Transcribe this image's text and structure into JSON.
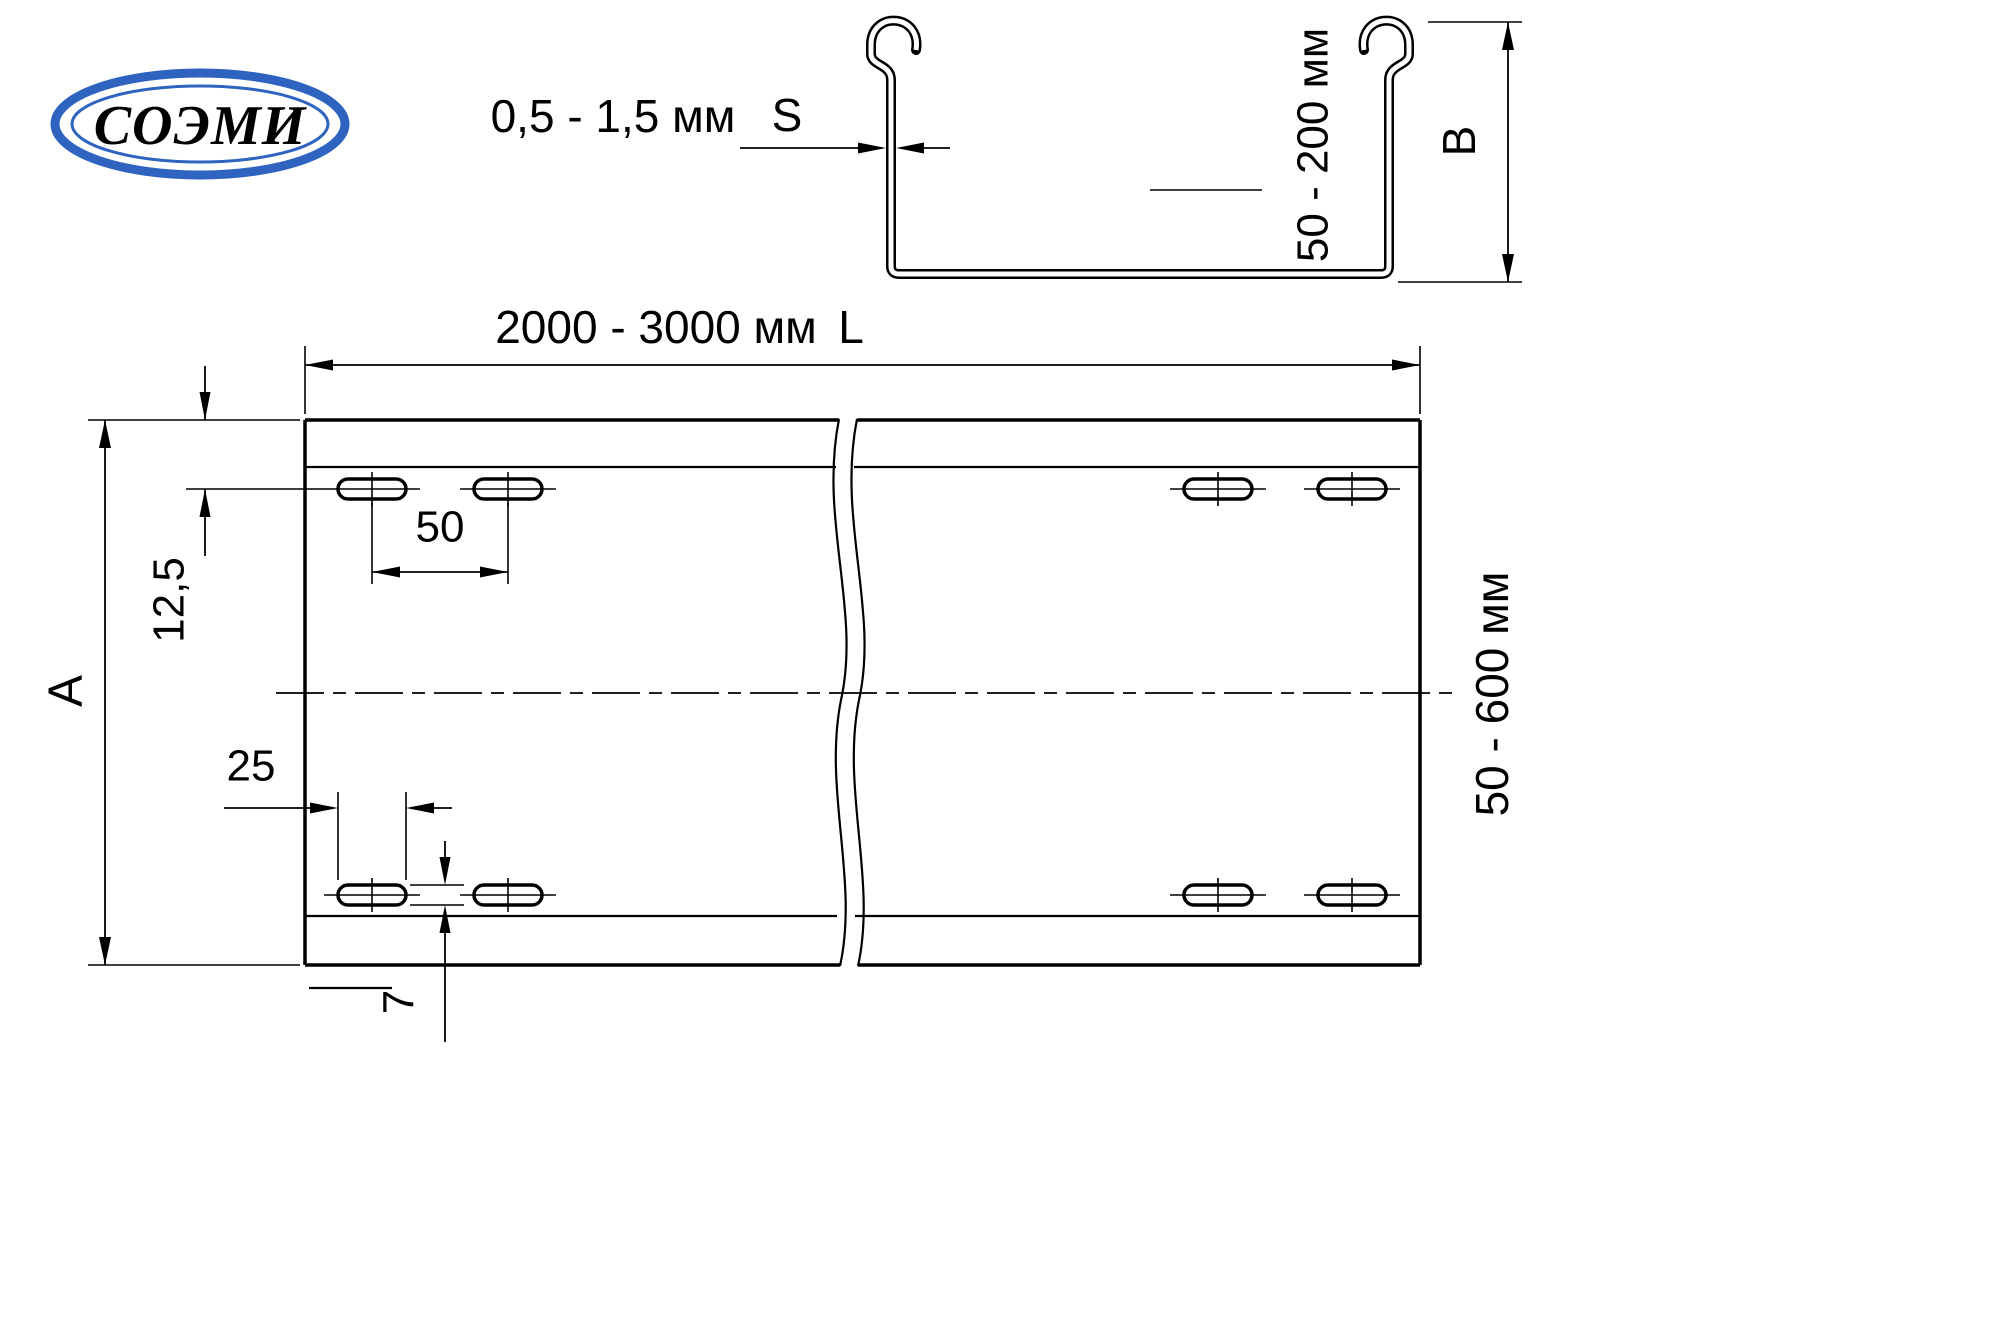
{
  "logo": {
    "text": "СОЭМИ"
  },
  "section_view": {
    "thickness_value": "0,5 - 1,5 мм",
    "thickness_symbol": "S",
    "height_value": "50 - 200 мм",
    "height_symbol": "B"
  },
  "plan_view": {
    "length_value": "2000 - 3000 мм",
    "length_symbol": "L",
    "width_symbol": "A",
    "width_value": "50 - 600 мм",
    "slot_edge_offset": "12,5",
    "slot_pitch": "50",
    "slot_length": "25",
    "slot_width": "7"
  },
  "colors": {
    "logo_blue": "#2f63c0",
    "line_black": "#000000",
    "background": "#ffffff"
  }
}
